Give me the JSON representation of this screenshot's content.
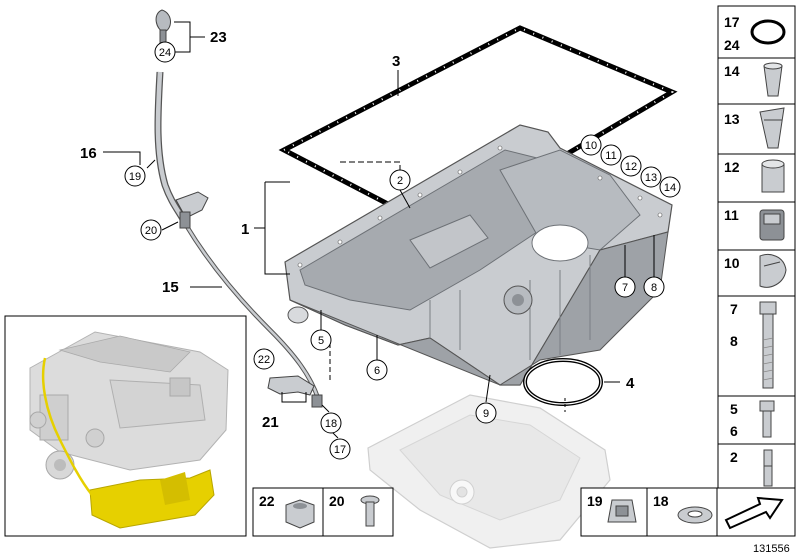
{
  "diagram": {
    "image_id": "131556",
    "colors": {
      "part_fill": "#c9ccd0",
      "part_dark": "#8d9196",
      "highlight": "#e6d000",
      "cover_fill": "#eeeeee",
      "line": "#000000"
    },
    "labels": {
      "p2": "2",
      "p3": "3",
      "p4": "4",
      "p5": "5",
      "p6": "6",
      "p7": "7",
      "p8": "8",
      "p9": "9",
      "p10": "10",
      "p11": "11",
      "p12": "12",
      "p13": "13",
      "p14": "14",
      "p15": "15",
      "p16": "16",
      "p17": "17",
      "p18": "18",
      "p19": "19",
      "p20": "20",
      "p21": "21",
      "p22": "22",
      "p23": "23",
      "p24": "24",
      "p1": "1"
    },
    "sidebar": [
      {
        "label": "17",
        "label2": "24",
        "icon": "o-ring-icon"
      },
      {
        "label": "14",
        "icon": "pipe-sleeve-icon"
      },
      {
        "label": "13",
        "icon": "guide-tube-icon"
      },
      {
        "label": "12",
        "icon": "bushing-icon"
      },
      {
        "label": "11",
        "icon": "sensor-plug-icon"
      },
      {
        "label": "10",
        "icon": "cap-icon"
      },
      {
        "label": "7",
        "label2": "8",
        "icon": "long-bolt-icon"
      },
      {
        "label": "5",
        "label2": "6",
        "icon": "short-bolt-icon"
      },
      {
        "label": "2",
        "icon": "stud-icon"
      }
    ],
    "bottom_boxes": [
      {
        "label": "22",
        "icon": "hex-nut-icon"
      },
      {
        "label": "20",
        "icon": "screw-icon"
      },
      {
        "label": "19",
        "icon": "clip-icon"
      },
      {
        "label": "18",
        "icon": "washer-icon"
      }
    ]
  }
}
